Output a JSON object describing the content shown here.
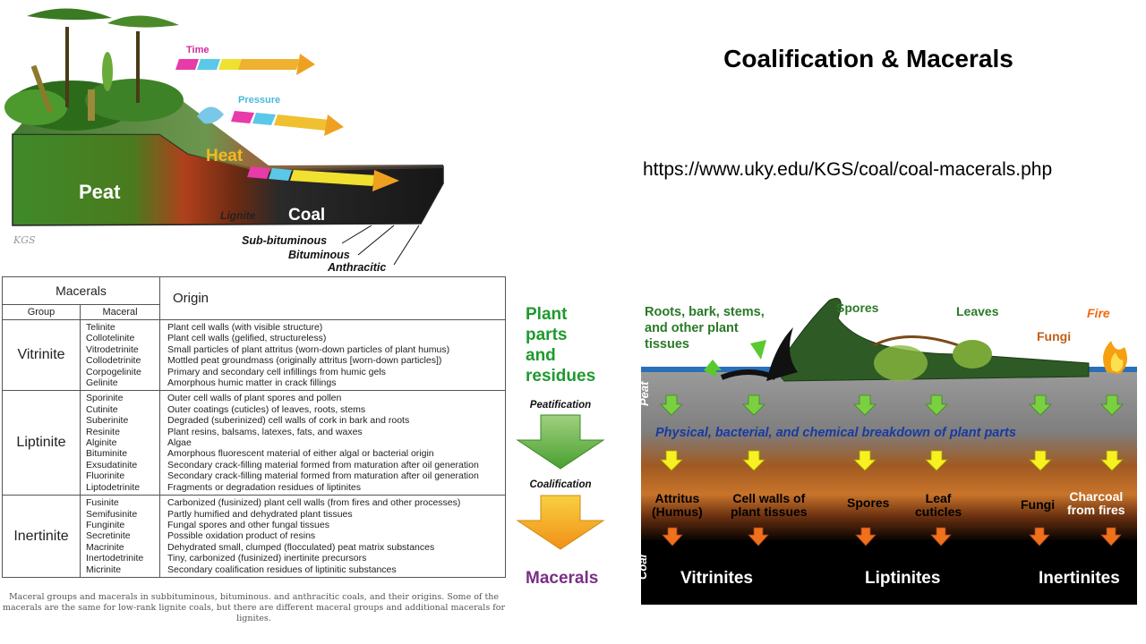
{
  "title": "Coalification & Macerals",
  "url": "https://www.uky.edu/KGS/coal/coal-macerals.php",
  "coalification_figure": {
    "time": "Time",
    "pressure": "Pressure",
    "heat": "Heat",
    "peat": "Peat",
    "lignite": "Lignite",
    "coal": "Coal",
    "sub_bituminous": "Sub-bituminous",
    "bituminous": "Bituminous",
    "anthracitic": "Anthracitic",
    "credit": "KGS"
  },
  "table": {
    "header_macerals": "Macerals",
    "header_origin": "Origin",
    "header_group": "Group",
    "header_maceral": "Maceral",
    "groups": [
      {
        "name": "Vitrinite",
        "rows": [
          [
            "Telinite",
            "Plant cell walls (with visible structure)"
          ],
          [
            "Collotelinite",
            "Plant cell walls (gelified, structureless)"
          ],
          [
            "Vitrodetrinite",
            "Small particles of plant attritus (worn-down particles of plant humus)"
          ],
          [
            "Collodetrinite",
            "Mottled peat groundmass (originally attritus [worn-down particles])"
          ],
          [
            "Corpogelinite",
            "Primary and secondary cell infillings from humic gels"
          ],
          [
            "Gelinite",
            "Amorphous humic matter in crack fillings"
          ]
        ]
      },
      {
        "name": "Liptinite",
        "rows": [
          [
            "Sporinite",
            "Outer cell walls of plant spores and pollen"
          ],
          [
            "Cutinite",
            "Outer coatings (cuticles) of leaves, roots, stems"
          ],
          [
            "Suberinite",
            "Degraded (suberinized) cell walls of cork in bark and roots"
          ],
          [
            "Resinite",
            "Plant resins, balsams, latexes, fats, and waxes"
          ],
          [
            "Alginite",
            "Algae"
          ],
          [
            "Bituminite",
            "Amorphous fluorescent material of either algal or bacterial origin"
          ],
          [
            "Exsudatinite",
            "Secondary crack-filling material formed from maturation after oil generation"
          ],
          [
            "Fluorinite",
            "Secondary crack-filling material formed from maturation after oil generation"
          ],
          [
            "Liptodetrinite",
            "Fragments or degradation residues of liptinites"
          ]
        ]
      },
      {
        "name": "Inertinite",
        "rows": [
          [
            "Fusinite",
            "Carbonized (fusinized) plant cell walls (from fires and other processes)"
          ],
          [
            "Semifusinite",
            "Partly humified and dehydrated plant tissues"
          ],
          [
            "Funginite",
            "Fungal spores and other fungal tissues"
          ],
          [
            "Secretinite",
            "Possible oxidation product of resins"
          ],
          [
            "Macrinite",
            "Dehydrated small, clumped (flocculated) peat matrix substances"
          ],
          [
            "Inertodetrinite",
            "Tiny, carbonized (fusinized) inertinite precursors"
          ],
          [
            "Micrinite",
            "Secondary coalification residues of liptinitic substances"
          ]
        ]
      }
    ],
    "caption": "Maceral groups and macerals in subbituminous, bituminous. and anthracitic coals, and their origins. Some of the macerals are the same for low-rank lignite coals, but there are different maceral groups and additional macerals for lignites."
  },
  "flow": {
    "plant_line1": "Plant",
    "plant_line2": "parts",
    "plant_line3": "and",
    "plant_line4": "residues",
    "peatification": "Peatification",
    "coalification": "Coalification",
    "macerals": "Macerals"
  },
  "breakdown_figure": {
    "roots_line1": "Roots, bark, stems,",
    "roots_line2": "and other plant",
    "roots_line3": "tissues",
    "spores_top": "Spores",
    "leaves": "Leaves",
    "fire": "Fire",
    "fungi_top": "Fungi",
    "peat_axis": "Peat",
    "coal_axis": "Coal",
    "breakdown": "Physical, bacterial, and chemical breakdown of plant parts",
    "attritus_line1": "Attritus",
    "attritus_line2": "(Humus)",
    "cellwalls_line1": "Cell walls of",
    "cellwalls_line2": "plant tissues",
    "spores": "Spores",
    "leaf_line1": "Leaf",
    "leaf_line2": "cuticles",
    "fungi": "Fungi",
    "charcoal_line1": "Charcoal",
    "charcoal_line2": "from fires",
    "vitrinites": "Vitrinites",
    "liptinites": "Liptinites",
    "inertinites": "Inertinites"
  }
}
